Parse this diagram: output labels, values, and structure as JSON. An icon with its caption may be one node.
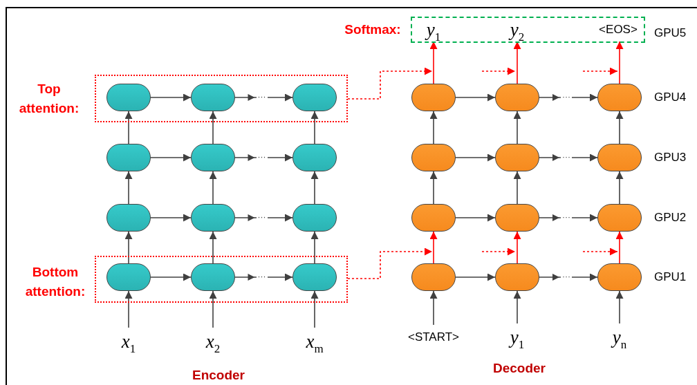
{
  "diagram": {
    "nodes": [
      {
        "text": [
          "Softmax:"
        ]
      },
      {
        "text": [
          "*y*$_{1}$"
        ],
        "in": 0
      },
      {
        "text": [
          "*y*$_{2}$"
        ],
        "in": 0
      },
      {
        "text": [
          "<EOS>"
        ],
        "in": 0
      },
      {
        "text": [
          "Top attention:"
        ]
      },
      {
        "text": [],
        "shape": "box",
        "in": 4
      },
      {
        "text": [],
        "shape": "box",
        "in": 4
      },
      {
        "text": [],
        "shape": "box",
        "in": 4
      },
      {
        "text": [],
        "shape": "box"
      },
      {
        "text": [],
        "shape": "box"
      },
      {
        "text": [],
        "shape": "box"
      },
      {
        "text": [],
        "shape": "box"
      },
      {
        "text": [],
        "shape": "box"
      },
      {
        "text": [],
        "shape": "box"
      },
      {
        "text": [],
        "shape": "box"
      },
      {
        "text": [],
        "shape": "box"
      },
      {
        "text": [],
        "shape": "box"
      },
      {
        "text": [],
        "shape": "box"
      },
      {
        "text": [],
        "shape": "box"
      },
      {
        "text": [],
        "shape": "box"
      },
      {
        "text": [],
        "shape": "box"
      },
      {
        "text": [],
        "shape": "box"
      },
      {
        "text": [],
        "shape": "box"
      },
      {
        "text": [
          "Bottom attention:"
        ]
      },
      {
        "text": [],
        "shape": "box",
        "in": 23
      },
      {
        "text": [],
        "shape": "box",
        "in": 23
      },
      {
        "text": [],
        "shape": "box",
        "in": 23
      },
      {
        "text": [],
        "shape": "box"
      },
      {
        "text": [],
        "shape": "box"
      },
      {
        "text": [],
        "shape": "box"
      },
      {
        "text": [
          "*x*$_{1}$"
        ]
      },
      {
        "text": [
          "*x*$_{2}$"
        ]
      },
      {
        "text": [
          "*x*$_{m}$"
        ]
      },
      {
        "text": [
          "<START>"
        ]
      },
      {
        "text": [
          "*y*$_{1}$"
        ]
      },
      {
        "text": [
          "*y*$_{n}$"
        ]
      }
    ],
    "edges": [
      {
        "from": 5,
        "to": 6,
        "arrow": "to"
      },
      {
        "from": 6,
        "to": 7,
        "arrow": "to",
        "label": "···"
      },
      {
        "from": 8,
        "to": 9,
        "arrow": "to"
      },
      {
        "from": 9,
        "to": 10,
        "arrow": "to",
        "label": "···"
      },
      {
        "from": 11,
        "to": 12,
        "arrow": "to"
      },
      {
        "from": 12,
        "to": 13,
        "arrow": "to",
        "label": "···"
      },
      {
        "from": 14,
        "to": 15,
        "arrow": "to"
      },
      {
        "from": 15,
        "to": 16,
        "arrow": "to",
        "label": "···"
      },
      {
        "from": 17,
        "to": 18,
        "arrow": "to"
      },
      {
        "from": 18,
        "to": 19,
        "arrow": "to",
        "label": "···"
      },
      {
        "from": 20,
        "to": 21,
        "arrow": "to"
      },
      {
        "from": 21,
        "to": 22,
        "arrow": "to",
        "label": "···"
      },
      {
        "from": 24,
        "to": 25,
        "arrow": "to"
      },
      {
        "from": 25,
        "to": 26,
        "arrow": "to",
        "label": "···"
      },
      {
        "from": 27,
        "to": 28,
        "arrow": "to"
      },
      {
        "from": 28,
        "to": 29,
        "arrow": "to",
        "label": "···"
      },
      {
        "from": 30,
        "to": 24,
        "arrow": "to"
      },
      {
        "from": 24,
        "to": 17,
        "arrow": "to"
      },
      {
        "from": 17,
        "to": 11,
        "arrow": "to"
      },
      {
        "from": 11,
        "to": 5,
        "arrow": "to"
      },
      {
        "from": 31,
        "to": 25,
        "arrow": "to"
      },
      {
        "from": 25,
        "to": 18,
        "arrow": "to"
      },
      {
        "from": 18,
        "to": 12,
        "arrow": "to"
      },
      {
        "from": 12,
        "to": 6,
        "arrow": "to"
      },
      {
        "from": 32,
        "to": 26,
        "arrow": "to"
      },
      {
        "from": 26,
        "to": 19,
        "arrow": "to"
      },
      {
        "from": 19,
        "to": 13,
        "arrow": "to"
      },
      {
        "from": 13,
        "to": 7,
        "arrow": "to"
      },
      {
        "from": 33,
        "to": 27,
        "arrow": "to"
      },
      {
        "from": 27,
        "to": 20,
        "arrow": "to",
        "color": "#ff0000"
      },
      {
        "from": 20,
        "to": 14,
        "arrow": "to"
      },
      {
        "from": 14,
        "to": 8,
        "arrow": "to"
      },
      {
        "from": 8,
        "to": 1,
        "arrow": "to",
        "color": "#ff0000"
      },
      {
        "from": 34,
        "to": 28,
        "arrow": "to"
      },
      {
        "from": 28,
        "to": 21,
        "arrow": "to",
        "color": "#ff0000"
      },
      {
        "from": 21,
        "to": 15,
        "arrow": "to"
      },
      {
        "from": 15,
        "to": 9,
        "arrow": "to"
      },
      {
        "from": 9,
        "to": 2,
        "arrow": "to",
        "color": "#ff0000"
      },
      {
        "from": 35,
        "to": 29,
        "arrow": "to"
      },
      {
        "from": 29,
        "to": 22,
        "arrow": "to",
        "color": "#ff0000"
      },
      {
        "from": 22,
        "to": 16,
        "arrow": "to"
      },
      {
        "from": 16,
        "to": 10,
        "arrow": "to"
      },
      {
        "from": 10,
        "to": 3,
        "arrow": "to",
        "color": "#ff0000"
      },
      {
        "from": 4,
        "to": 8,
        "arrow": "to",
        "style": "dashed",
        "color": "#ff0000"
      },
      {
        "from": 23,
        "to": 27,
        "arrow": "to",
        "style": "dashed",
        "color": "#ff0000"
      }
    ],
    "labels": [
      "GPU5",
      "GPU4",
      "GPU3",
      "GPU2",
      "GPU1",
      "Encoder",
      "Decoder"
    ]
  }
}
